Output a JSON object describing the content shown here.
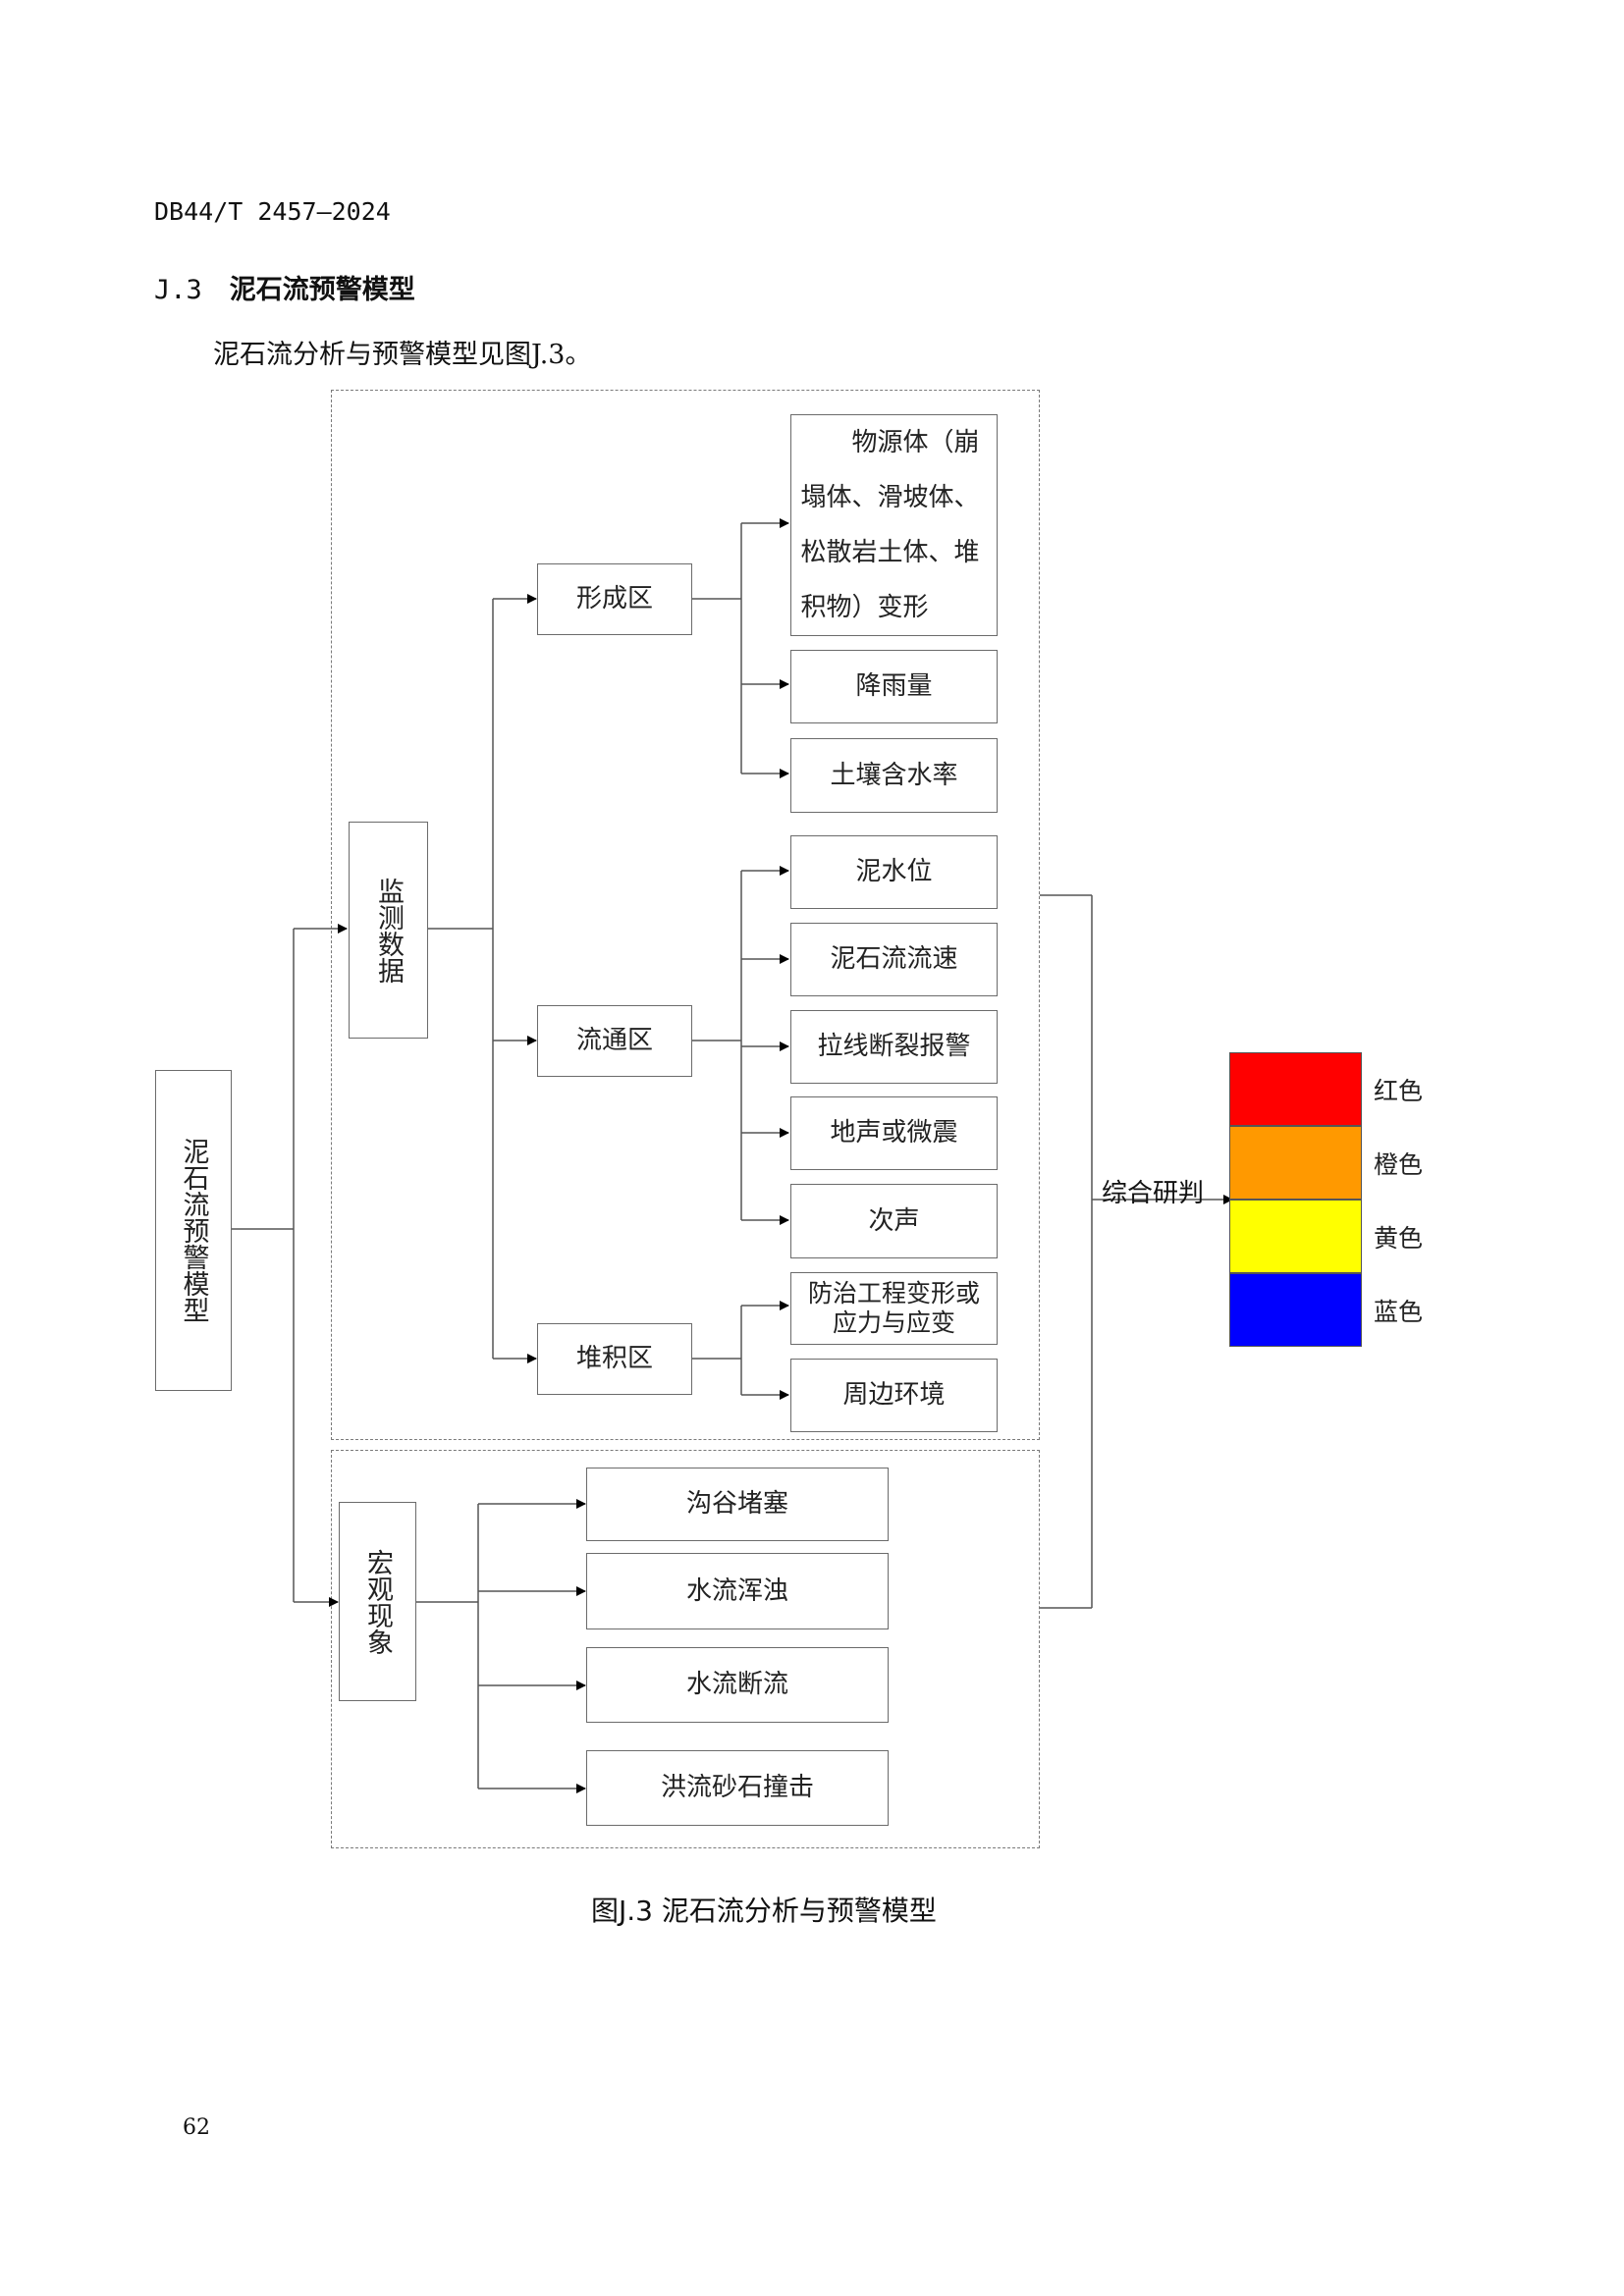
{
  "header": {
    "doc_code": "DB44/T 2457—2024"
  },
  "section": {
    "number": "J.3",
    "title": "泥石流预警模型"
  },
  "intro": "泥石流分析与预警模型见图J.3。",
  "diagram": {
    "root": "泥石流预警模型",
    "monitoring": {
      "label": "监测数据",
      "zones": [
        {
          "label": "形成区",
          "items": [
            "物源体（崩塌体、滑坡体、松散岩土体、堆积物）变形",
            "降雨量",
            "土壤含水率"
          ]
        },
        {
          "label": "流通区",
          "items": [
            "泥水位",
            "泥石流流速",
            "拉线断裂报警",
            "地声或微震",
            "次声"
          ]
        },
        {
          "label": "堆积区",
          "items": [
            "防治工程变形或应力与应变",
            "周边环境"
          ]
        }
      ],
      "source_lines": [
        "物源体（崩",
        "塌体、滑坡体、",
        "松散岩土体、堆",
        "积物）变形"
      ],
      "prevention_lines": [
        "防治工程变形或",
        "应力与应变"
      ]
    },
    "macro": {
      "label": "宏观现象",
      "items": [
        "沟谷堵塞",
        "水流浑浊",
        "水流断流",
        "洪流砂石撞击"
      ]
    },
    "judgment": "综合研判",
    "levels": [
      {
        "label": "红色",
        "color": "#ff0000"
      },
      {
        "label": "橙色",
        "color": "#ff9900"
      },
      {
        "label": "黄色",
        "color": "#ffff00"
      },
      {
        "label": "蓝色",
        "color": "#0000ff"
      }
    ]
  },
  "caption": "图J.3 泥石流分析与预警模型",
  "page_number": "62"
}
